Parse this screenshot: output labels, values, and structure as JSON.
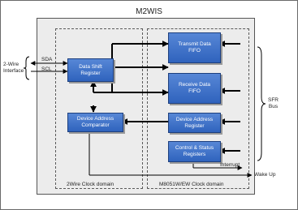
{
  "diagram": {
    "title": "M2WIS",
    "clock_domains": {
      "left": "2Wire Clock domain",
      "right": "M8051W/EW Clock domain"
    },
    "blocks": {
      "data_shift_register": "Data Shift\nRegister",
      "device_address_comparator": "Device Address\nComparator",
      "transmit_fifo": "Transmit Data\nFIFO",
      "receive_fifo": "Receive Data\nFIFO",
      "device_address_register": "Device Address\nRegister",
      "control_status_registers": "Control & Status\nRegisters"
    },
    "external": {
      "interface_label": "2-Wire\nInterface",
      "sda": "SDA",
      "scl": "SCL",
      "sfr_bus": "SFR\nBus",
      "interrupt": "Interrupt",
      "wake_up": "Wake Up"
    }
  }
}
